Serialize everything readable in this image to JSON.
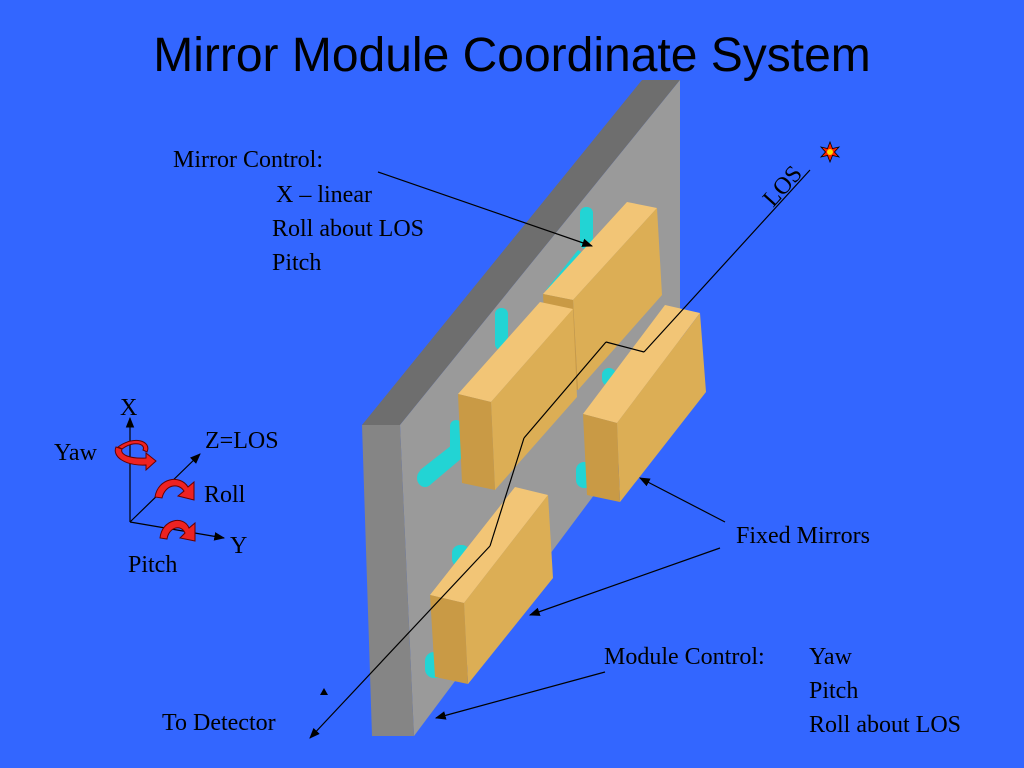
{
  "title": "Mirror Module Coordinate System",
  "mirror_control": {
    "heading": "Mirror Control:",
    "items": [
      "X – linear",
      "Roll about LOS",
      "Pitch"
    ]
  },
  "los_label": "LOS",
  "axes": {
    "x": "X",
    "y": "Y",
    "z": "Z=LOS",
    "yaw": "Yaw",
    "roll": "Roll",
    "pitch": "Pitch"
  },
  "fixed_mirrors_label": "Fixed Mirrors",
  "module_control": {
    "heading": "Module Control:",
    "items": [
      "Yaw",
      "Pitch",
      "Roll about LOS"
    ]
  },
  "to_detector_label": "To Detector",
  "colors": {
    "background": "#3366ff",
    "plate_face": "#9a9a9a",
    "plate_edge": "#6e6e6e",
    "mirror_face": "#dcae55",
    "mirror_top": "#f2c576",
    "mirror_side": "#b98b3a",
    "actuator": "#22d4d4",
    "rotation_arrow": "#ee2222",
    "source_star": "#ff2200"
  }
}
